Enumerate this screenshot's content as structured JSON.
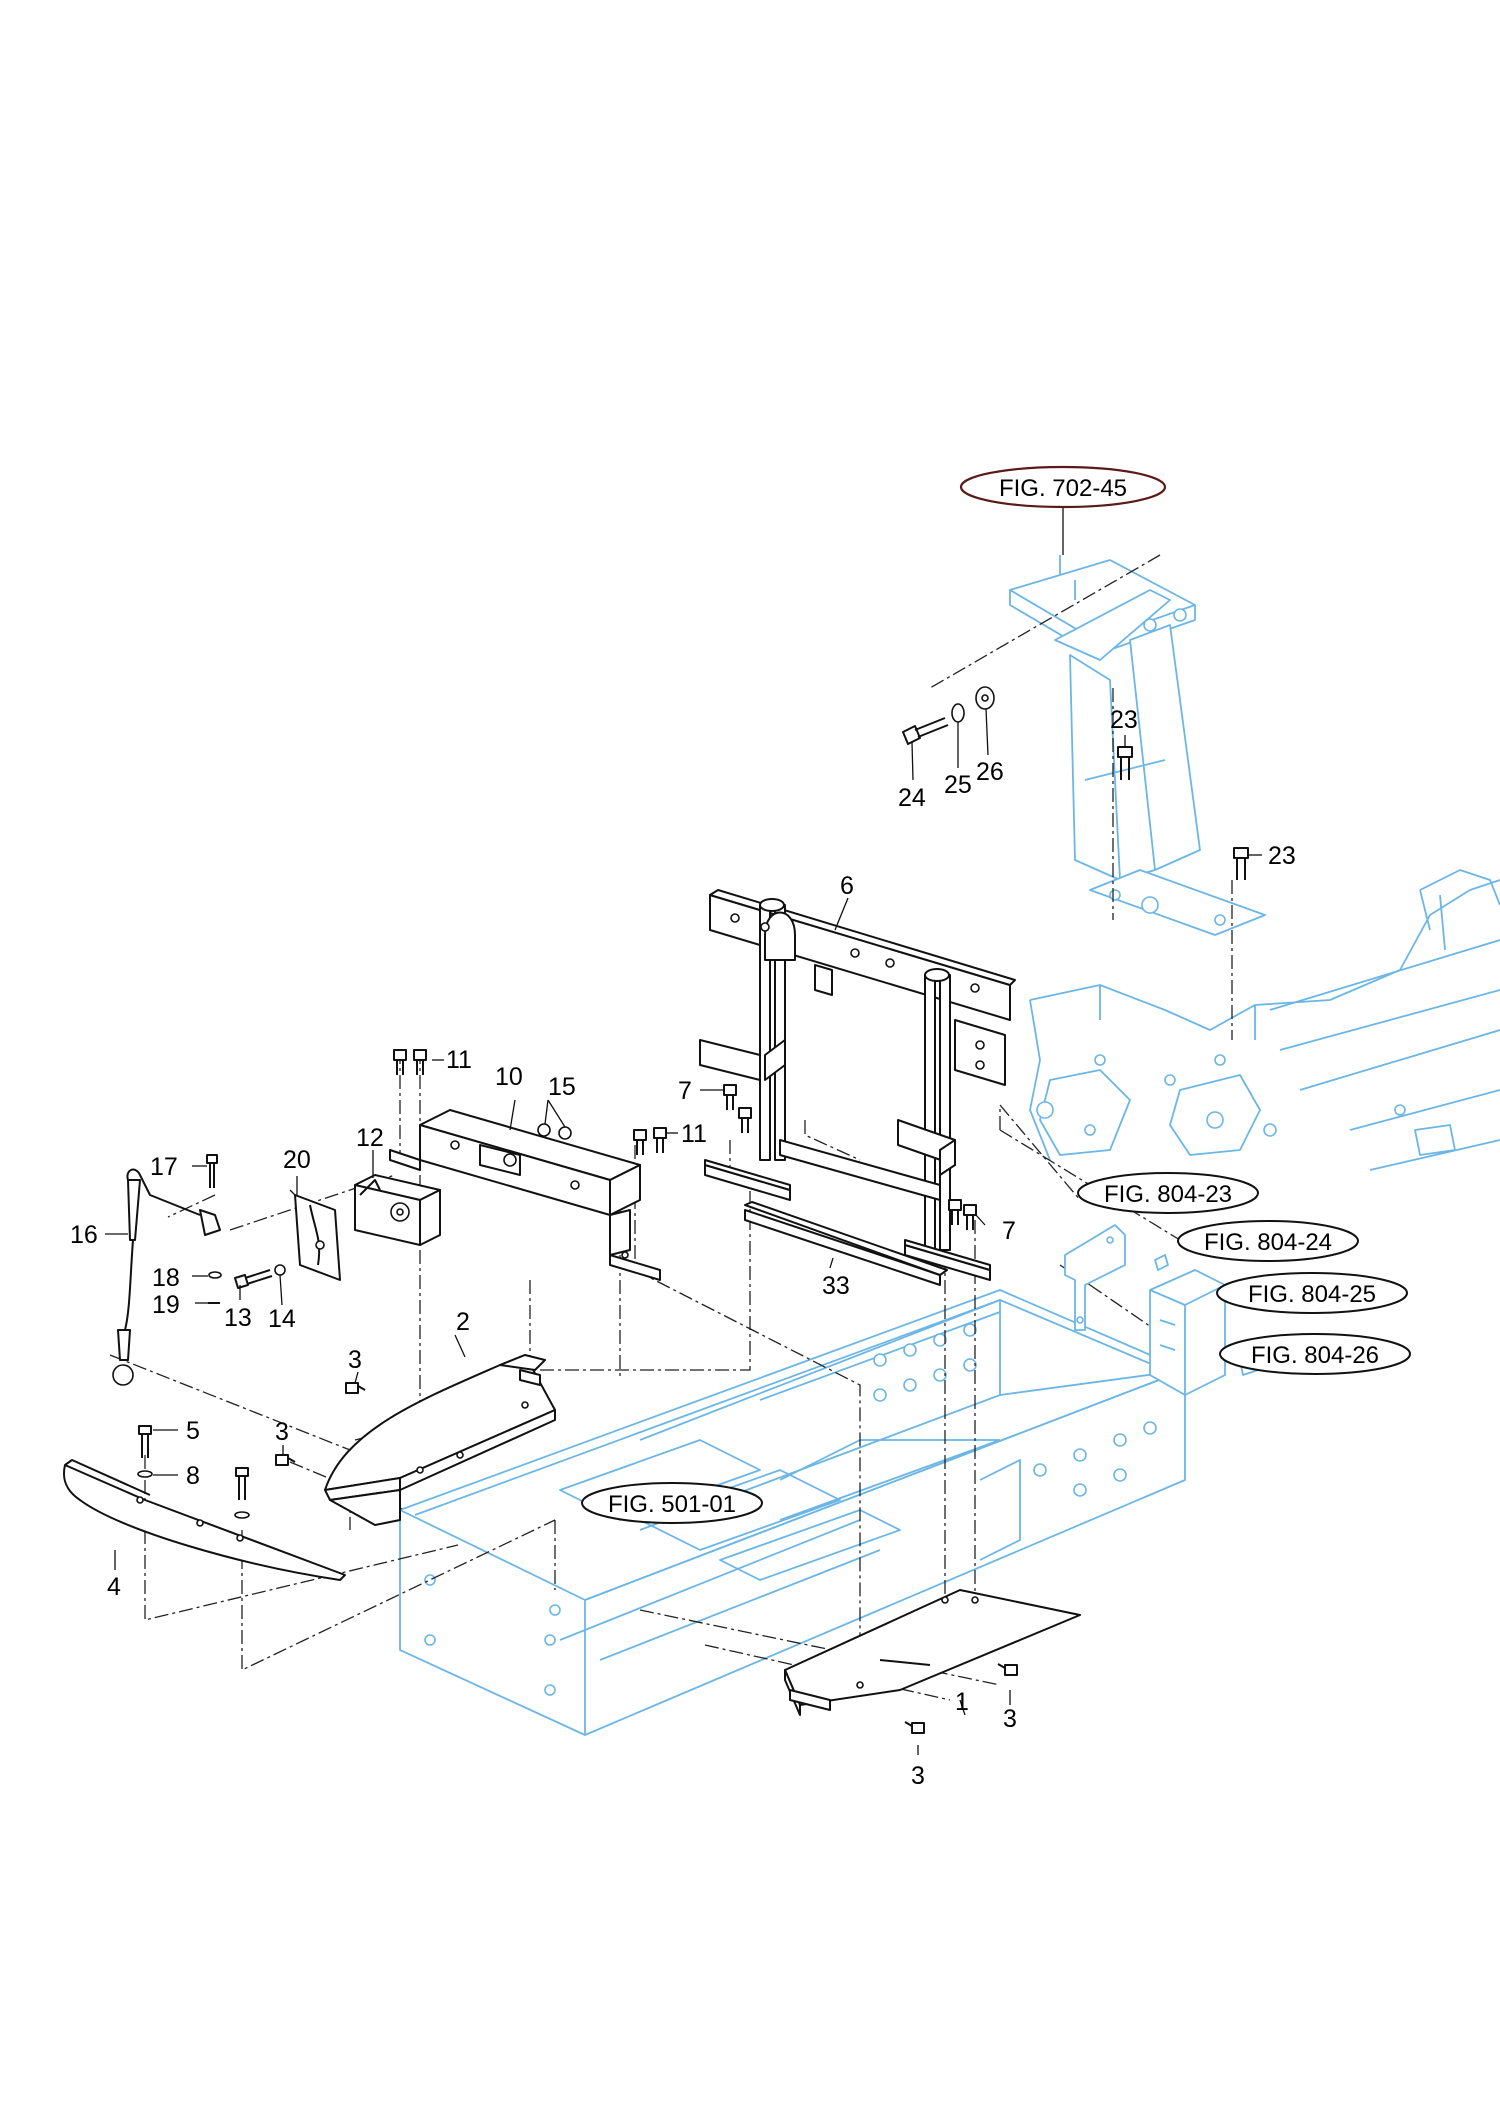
{
  "callouts": [
    {
      "id": "c1",
      "text": "1"
    },
    {
      "id": "c2",
      "text": "2"
    },
    {
      "id": "c3a",
      "text": "3"
    },
    {
      "id": "c3b",
      "text": "3"
    },
    {
      "id": "c3c",
      "text": "3"
    },
    {
      "id": "c3d",
      "text": "3"
    },
    {
      "id": "c4",
      "text": "4"
    },
    {
      "id": "c5",
      "text": "5"
    },
    {
      "id": "c6",
      "text": "6"
    },
    {
      "id": "c7a",
      "text": "7"
    },
    {
      "id": "c7b",
      "text": "7"
    },
    {
      "id": "c8",
      "text": "8"
    },
    {
      "id": "c10",
      "text": "10"
    },
    {
      "id": "c11a",
      "text": "11"
    },
    {
      "id": "c11b",
      "text": "11"
    },
    {
      "id": "c12",
      "text": "12"
    },
    {
      "id": "c13",
      "text": "13"
    },
    {
      "id": "c14",
      "text": "14"
    },
    {
      "id": "c15",
      "text": "15"
    },
    {
      "id": "c16",
      "text": "16"
    },
    {
      "id": "c17",
      "text": "17"
    },
    {
      "id": "c18",
      "text": "18"
    },
    {
      "id": "c19",
      "text": "19"
    },
    {
      "id": "c20",
      "text": "20"
    },
    {
      "id": "c23a",
      "text": "23"
    },
    {
      "id": "c23b",
      "text": "23"
    },
    {
      "id": "c24",
      "text": "24"
    },
    {
      "id": "c25",
      "text": "25"
    },
    {
      "id": "c26",
      "text": "26"
    },
    {
      "id": "c33",
      "text": "33"
    }
  ],
  "figure_refs": {
    "fig702_45": "FIG. 702-45",
    "fig804_23": "FIG. 804-23",
    "fig804_24": "FIG. 804-24",
    "fig804_25": "FIG. 804-25",
    "fig804_26": "FIG. 804-26",
    "fig501_01": "FIG. 501-01"
  },
  "colors": {
    "part_line": "#111111",
    "reference_line": "#6cb6e6",
    "figure_ref_oval": "#5a1a1a"
  }
}
